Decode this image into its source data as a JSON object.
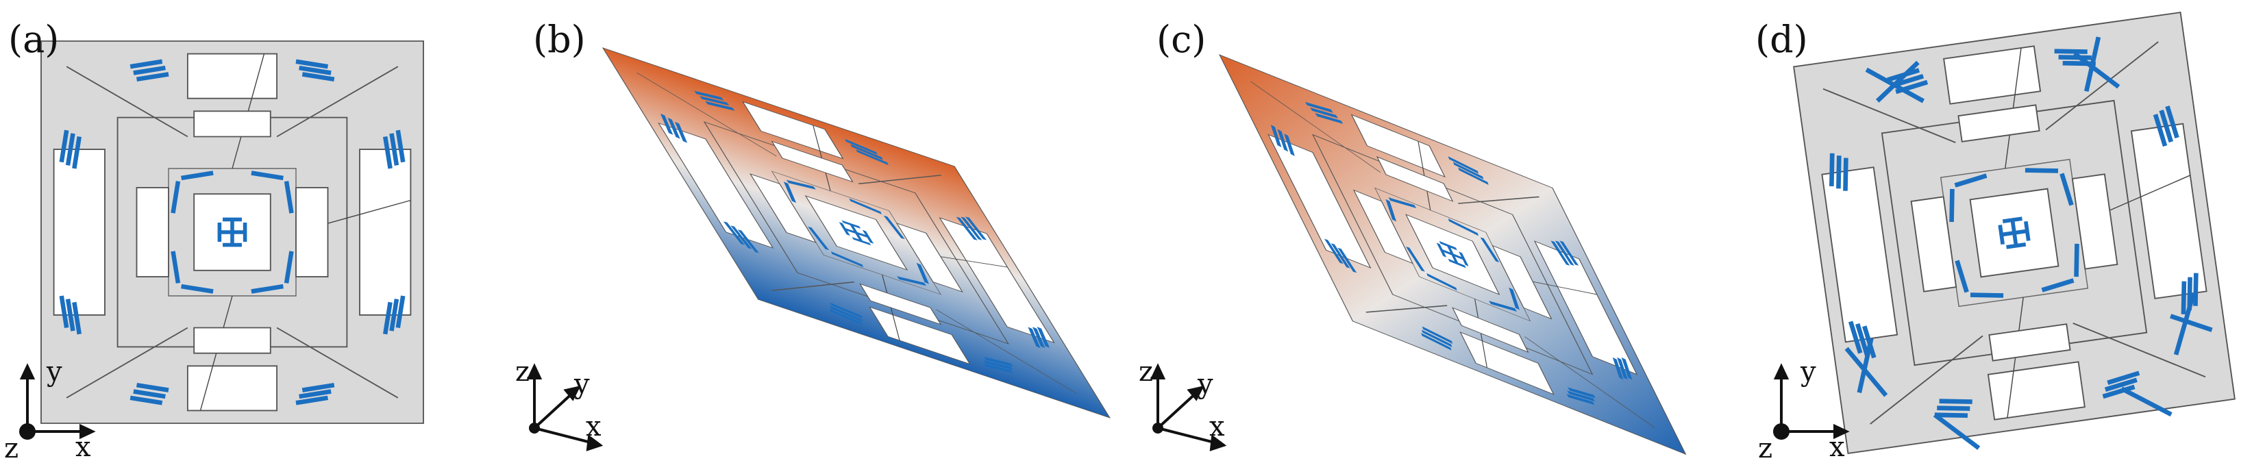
{
  "panels": [
    {
      "label": "(a)"
    },
    {
      "label": "(b)"
    },
    {
      "label": "(c)"
    },
    {
      "label": "(d)"
    }
  ],
  "axes": {
    "x": "x",
    "y": "y",
    "z": "z"
  },
  "colors": {
    "plate": "#d9d9d9",
    "plate_stroke": "#555555",
    "actuator": "#1b6fc0",
    "warm": "#d9612a",
    "cool": "#1f63b0",
    "mid": "#eae6e3"
  }
}
